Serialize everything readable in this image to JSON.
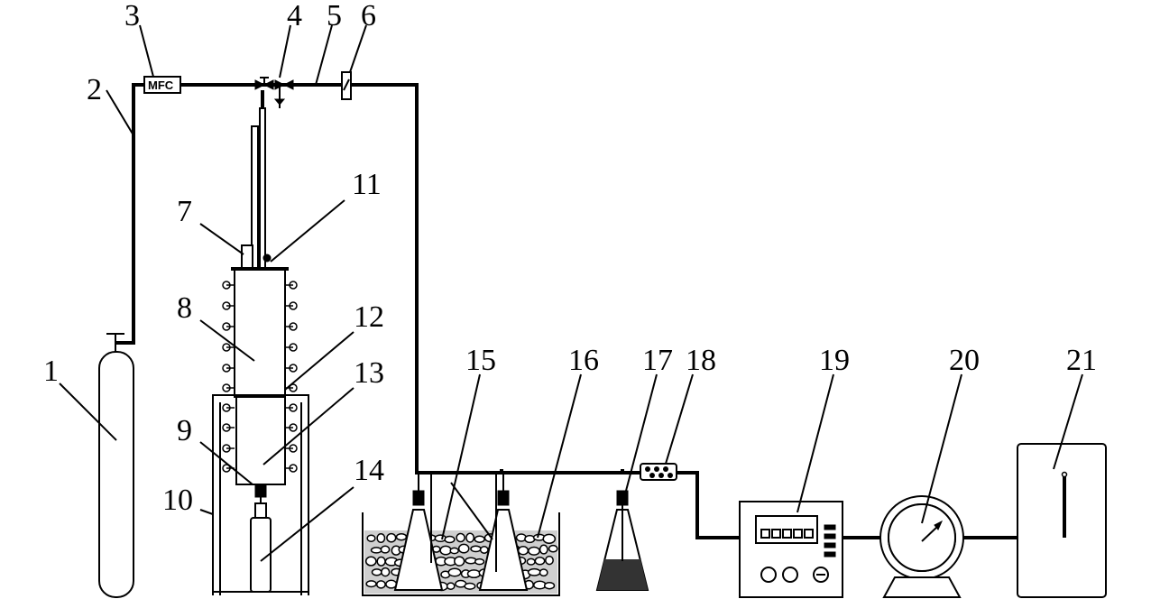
{
  "labels": {
    "n1": "1",
    "n2": "2",
    "n3": "3",
    "n4": "4",
    "n5": "5",
    "n6": "6",
    "n7": "7",
    "n8": "8",
    "n9": "9",
    "n10": "10",
    "n11": "11",
    "n12": "12",
    "n13": "13",
    "n14": "14",
    "n15": "15",
    "n16": "16",
    "n17": "17",
    "n18": "18",
    "n19": "19",
    "n20": "20",
    "n21": "21"
  },
  "mfc_text": "MFC"
}
